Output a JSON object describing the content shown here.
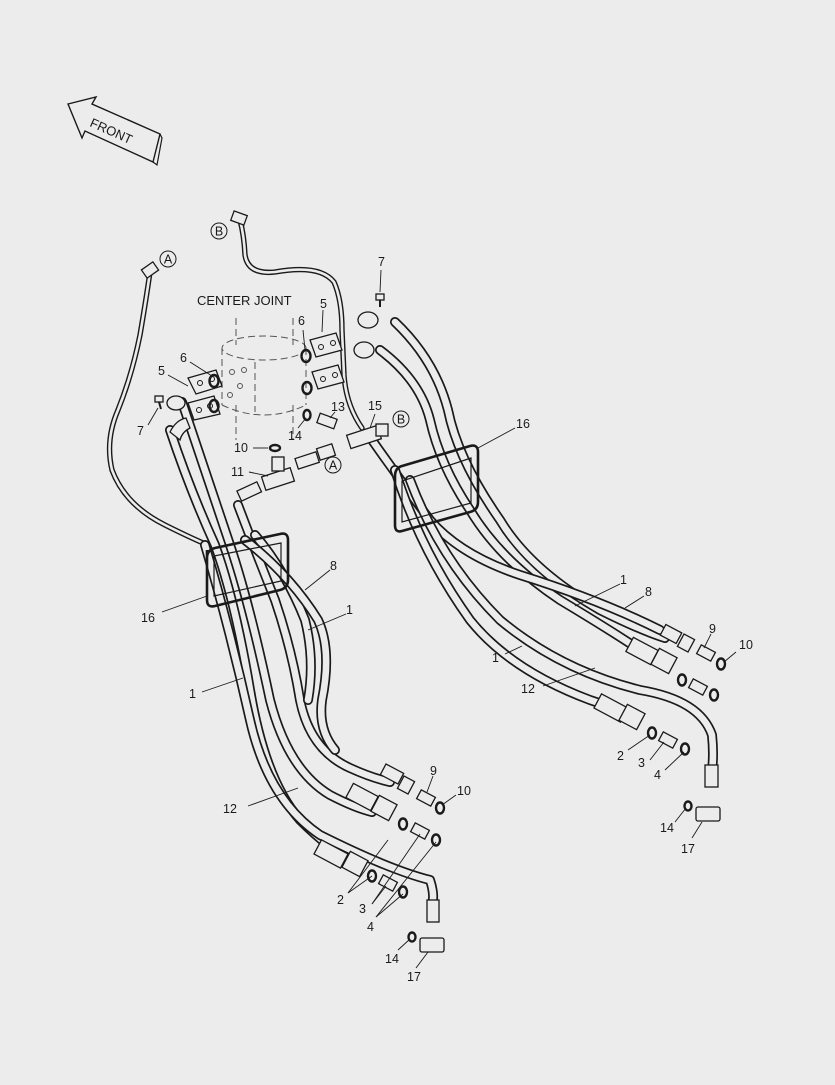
{
  "diagram": {
    "front_label": "FRONT",
    "center_joint_label": "CENTER JOINT",
    "connector_marks": [
      {
        "id": "a-top",
        "text": "A"
      },
      {
        "id": "b-top",
        "text": "B"
      },
      {
        "id": "b-tee",
        "text": "B"
      },
      {
        "id": "a-mid",
        "text": "A"
      }
    ],
    "callouts": [
      {
        "id": "c7a",
        "text": "7"
      },
      {
        "id": "c5a",
        "text": "5"
      },
      {
        "id": "c6a",
        "text": "6"
      },
      {
        "id": "c5b",
        "text": "5"
      },
      {
        "id": "c6b",
        "text": "6"
      },
      {
        "id": "c7b",
        "text": "7"
      },
      {
        "id": "c13",
        "text": "13"
      },
      {
        "id": "c15",
        "text": "15"
      },
      {
        "id": "c14a",
        "text": "14"
      },
      {
        "id": "c10a",
        "text": "10"
      },
      {
        "id": "c11",
        "text": "11"
      },
      {
        "id": "c16a",
        "text": "16"
      },
      {
        "id": "c16b",
        "text": "16"
      },
      {
        "id": "c8a",
        "text": "8"
      },
      {
        "id": "c1a",
        "text": "1"
      },
      {
        "id": "c1b",
        "text": "1"
      },
      {
        "id": "c12a",
        "text": "12"
      },
      {
        "id": "c9a",
        "text": "9"
      },
      {
        "id": "c10b",
        "text": "10"
      },
      {
        "id": "c2a",
        "text": "2"
      },
      {
        "id": "c3a",
        "text": "3"
      },
      {
        "id": "c4a",
        "text": "4"
      },
      {
        "id": "c14b",
        "text": "14"
      },
      {
        "id": "c17a",
        "text": "17"
      },
      {
        "id": "c1c",
        "text": "1"
      },
      {
        "id": "c8b",
        "text": "8"
      },
      {
        "id": "c9b",
        "text": "9"
      },
      {
        "id": "c10c",
        "text": "10"
      },
      {
        "id": "c1d",
        "text": "1"
      },
      {
        "id": "c12b",
        "text": "12"
      },
      {
        "id": "c2b",
        "text": "2"
      },
      {
        "id": "c3b",
        "text": "3"
      },
      {
        "id": "c4b",
        "text": "4"
      },
      {
        "id": "c14c",
        "text": "14"
      },
      {
        "id": "c17b",
        "text": "17"
      }
    ]
  }
}
